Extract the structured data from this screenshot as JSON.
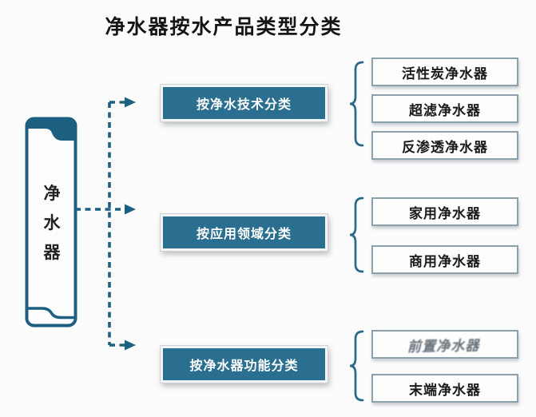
{
  "title": "净水器按水产品类型分类",
  "root": {
    "label": "净水器"
  },
  "branches": [
    {
      "label": "按净水技术分类",
      "children": [
        "活性炭净水器",
        "超滤净水器",
        "反渗透净水器"
      ]
    },
    {
      "label": "按应用领域分类",
      "children": [
        "家用净水器",
        "商用净水器"
      ]
    },
    {
      "label": "按净水器功能分类",
      "children": [
        "前置净水器",
        "末端净水器"
      ]
    }
  ],
  "colors": {
    "teal_fill": "#2a6e90",
    "teal_line": "#1d5f80",
    "leaf_border": "#8ba0ab",
    "background": "#fcfcfc",
    "text_dark": "#1a1a1a"
  }
}
